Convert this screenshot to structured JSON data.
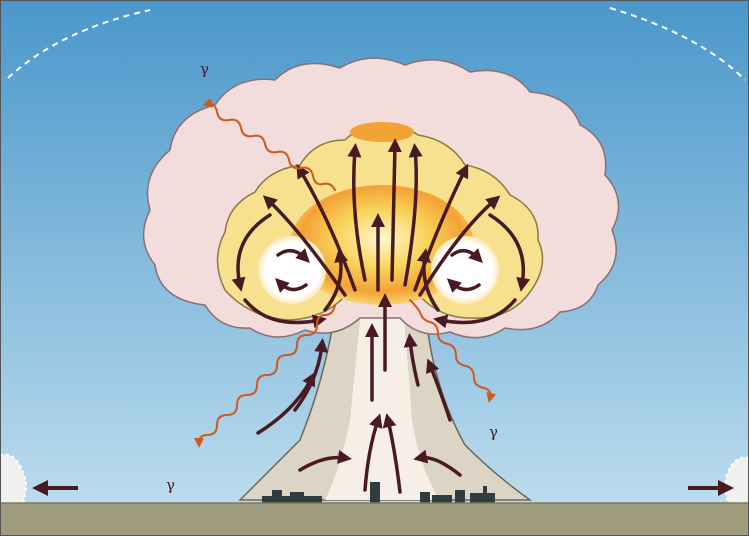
{
  "colors": {
    "sky_top": "#4a97cb",
    "sky_bottom": "#b8d9ec",
    "ground": "#a09c7e",
    "outer_cloud": "#f2dcdc",
    "inner_cloud": "#f7e08e",
    "fireball_core": "#ffffff",
    "fireball_glow": "#f2a93a",
    "stem": "#dcd4c4",
    "stem_inner": "#f6efe6",
    "flow_arrows": "#4a1a22",
    "gamma_rays": "#cf5a1d",
    "shock_wave": "#ffffff",
    "city_silhouette": "#2f3d3f"
  },
  "labels": {
    "gamma_top": "γ",
    "gamma_left": "γ",
    "gamma_right": "γ"
  },
  "icons": {
    "gamma_ray": "wavy-arrow",
    "flow": "curved-arrow",
    "blast_direction": "left-right-arrows"
  }
}
